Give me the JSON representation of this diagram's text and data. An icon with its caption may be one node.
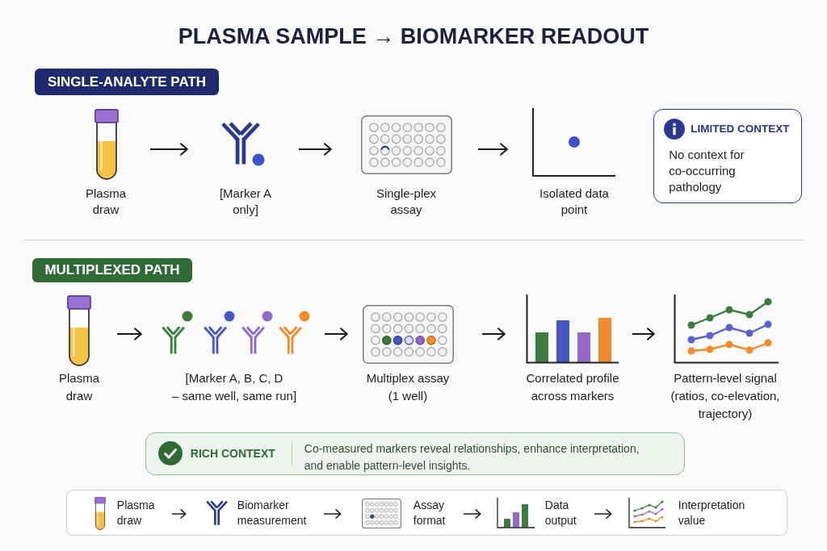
{
  "diagram": {
    "title": "PLASMA SAMPLE → BIOMARKER READOUT",
    "nodes": [
      {
        "text": [
          "SINGLE-ANALYTE PATH"
        ]
      },
      {
        "text": [
          "Plasma draw"
        ]
      },
      {
        "text": [
          "[Marker A only]"
        ]
      },
      {
        "text": [
          "Single-plex assay"
        ]
      },
      {
        "text": [
          "Isolated data point"
        ]
      },
      {
        "text": [
          "LIMITED CONTEXT",
          "No context for co-occurring pathology"
        ]
      },
      {
        "text": [
          "MULTIPLEXED PATH"
        ]
      },
      {
        "text": [
          "Plasma draw"
        ]
      },
      {
        "text": [
          "[Marker A, B, C, D – same well, same run]"
        ]
      },
      {
        "text": [
          "Multiplex assay (1 well)"
        ]
      },
      {
        "text": [
          "Correlated profile across markers"
        ]
      },
      {
        "text": [
          "Pattern-level signal (ratios, co-elevation, trajectory)"
        ]
      },
      {
        "text": [
          "RICH CONTEXT",
          "Co-measured markers reveal relationships, enhance interpretation, and enable pattern-level insights."
        ]
      },
      {
        "text": [],
        "shape": "box"
      },
      {
        "text": [
          "Plasma draw"
        ],
        "in": 13
      },
      {
        "text": [
          "Biomarker measurement"
        ],
        "in": 13
      },
      {
        "text": [
          "Assay format"
        ],
        "in": 13
      },
      {
        "text": [
          "Data output"
        ],
        "in": 13
      },
      {
        "text": [
          "Interpretation value"
        ],
        "in": 13
      }
    ],
    "edges": [
      {
        "from": 1,
        "to": 2,
        "arrow": "to"
      },
      {
        "from": 2,
        "to": 3,
        "arrow": "to"
      },
      {
        "from": 3,
        "to": 4,
        "arrow": "to"
      },
      {
        "from": 7,
        "to": 8,
        "arrow": "to"
      },
      {
        "from": 8,
        "to": 9,
        "arrow": "to"
      },
      {
        "from": 9,
        "to": 10,
        "arrow": "to"
      },
      {
        "from": 10,
        "to": 11,
        "arrow": "to"
      },
      {
        "from": 14,
        "to": 15,
        "arrow": "to"
      },
      {
        "from": 15,
        "to": 16,
        "arrow": "to"
      },
      {
        "from": 16,
        "to": 17,
        "arrow": "to"
      },
      {
        "from": 17,
        "to": 18,
        "arrow": "to"
      }
    ]
  }
}
